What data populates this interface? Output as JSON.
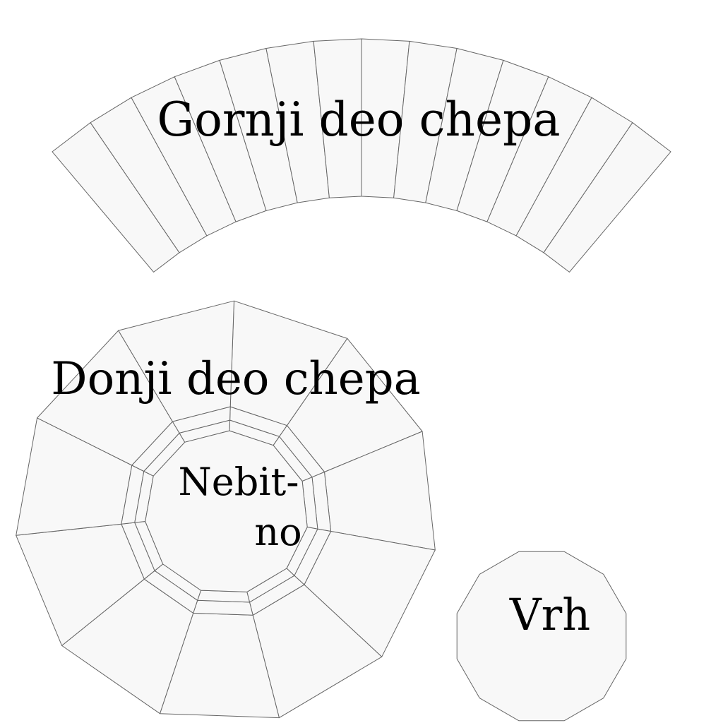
{
  "diagram": {
    "background": "#ffffff",
    "face_fill": "#f8f8f8",
    "edge_color": "#666666",
    "text_color": "#000000",
    "pieces": [
      {
        "id": "upper-crown",
        "label": "Gornji deo chepa"
      },
      {
        "id": "lower-crown",
        "label": "Donji deo chepa"
      },
      {
        "id": "unimportant",
        "label_lines": [
          "Nebit-",
          "no"
        ]
      },
      {
        "id": "top",
        "label": "Vrh"
      }
    ]
  }
}
